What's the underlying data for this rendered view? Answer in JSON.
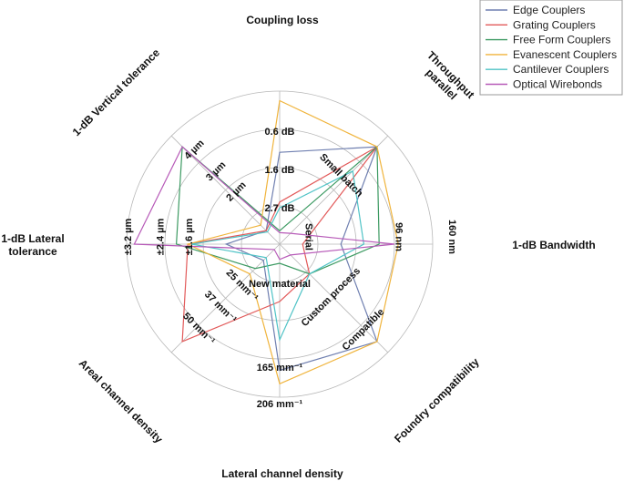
{
  "chart_data": {
    "type": "radar",
    "axes": [
      {
        "id": "coupling",
        "name": "Coupling loss",
        "ticks": [
          {
            "r": 1,
            "label": "2.7 dB"
          },
          {
            "r": 2,
            "label": "1.6 dB"
          },
          {
            "r": 3,
            "label": "0.6 dB"
          }
        ]
      },
      {
        "id": "throughput",
        "name": "Throughput parallel",
        "ticks": [
          {
            "r": 1,
            "label": "Small batch"
          }
        ]
      },
      {
        "id": "bandwidth",
        "name": "1-dB Bandwidth",
        "ticks": [
          {
            "r": 0,
            "label": "Serial"
          },
          {
            "r": 1,
            "label": "96 nm"
          },
          {
            "r": 2,
            "label": "160 nm"
          }
        ]
      },
      {
        "id": "foundry",
        "name": "Foundry compatibility",
        "ticks": [
          {
            "r": 1,
            "label": "Custom process"
          },
          {
            "r": 2,
            "label": "Compatible"
          }
        ]
      },
      {
        "id": "lateral_density",
        "name": "Lateral channel density",
        "ticks": [
          {
            "r": 0,
            "label": "New material"
          },
          {
            "r": 2,
            "label": "165 mm⁻¹"
          },
          {
            "r": 3,
            "label": "206 mm⁻¹"
          }
        ]
      },
      {
        "id": "areal_density",
        "name": "Areal channel density",
        "ticks": [
          {
            "r": 1,
            "label": "25 mm⁻¹"
          },
          {
            "r": 2,
            "label": "37 mm⁻¹"
          },
          {
            "r": 3,
            "label": "50 mm⁻¹"
          }
        ]
      },
      {
        "id": "lateral_tol",
        "name": "1-dB Lateral tolerance",
        "ticks": [
          {
            "r": 1,
            "label": "±1.6 µm"
          },
          {
            "r": 2,
            "label": "±2.4 µm"
          },
          {
            "r": 3,
            "label": "±3.2 µm"
          }
        ]
      },
      {
        "id": "vertical_tol",
        "name": "1-dB Vertical tolerance",
        "ticks": [
          {
            "r": 1,
            "label": "2 µm"
          },
          {
            "r": 2,
            "label": "3 µm"
          },
          {
            "r": 3,
            "label": "4 µm"
          }
        ]
      }
    ],
    "rmax": 4,
    "grid": true,
    "legend_position": "top-right",
    "series": [
      {
        "name": "Edge Couplers",
        "color": "#6f7fb0",
        "values": [
          2.4,
          3.6,
          1.6,
          3.6,
          3.3,
          0.6,
          1.4,
          0.5
        ]
      },
      {
        "name": "Grating Couplers",
        "color": "#e25a5a",
        "values": [
          1.1,
          3.6,
          0.6,
          1.1,
          1.5,
          3.6,
          2.4,
          0.5
        ]
      },
      {
        "name": "Free Form Couplers",
        "color": "#3c9a62",
        "values": [
          0.35,
          3.6,
          2.6,
          1.1,
          0.5,
          0.9,
          2.7,
          3.6
        ]
      },
      {
        "name": "Evanescent Couplers",
        "color": "#f0b43c",
        "values": [
          3.75,
          3.6,
          3.1,
          3.6,
          3.65,
          1.1,
          2.4,
          0.7
        ]
      },
      {
        "name": "Cantilever Couplers",
        "color": "#4fc3c6",
        "values": [
          0.95,
          2.7,
          2.2,
          1.1,
          2.5,
          0.5,
          2.3,
          0.45
        ]
      },
      {
        "name": "Optical Wirebonds",
        "color": "#b75ab8",
        "values": [
          0.3,
          0.4,
          3.0,
          0.4,
          0.4,
          0.2,
          3.8,
          3.6
        ]
      }
    ]
  }
}
